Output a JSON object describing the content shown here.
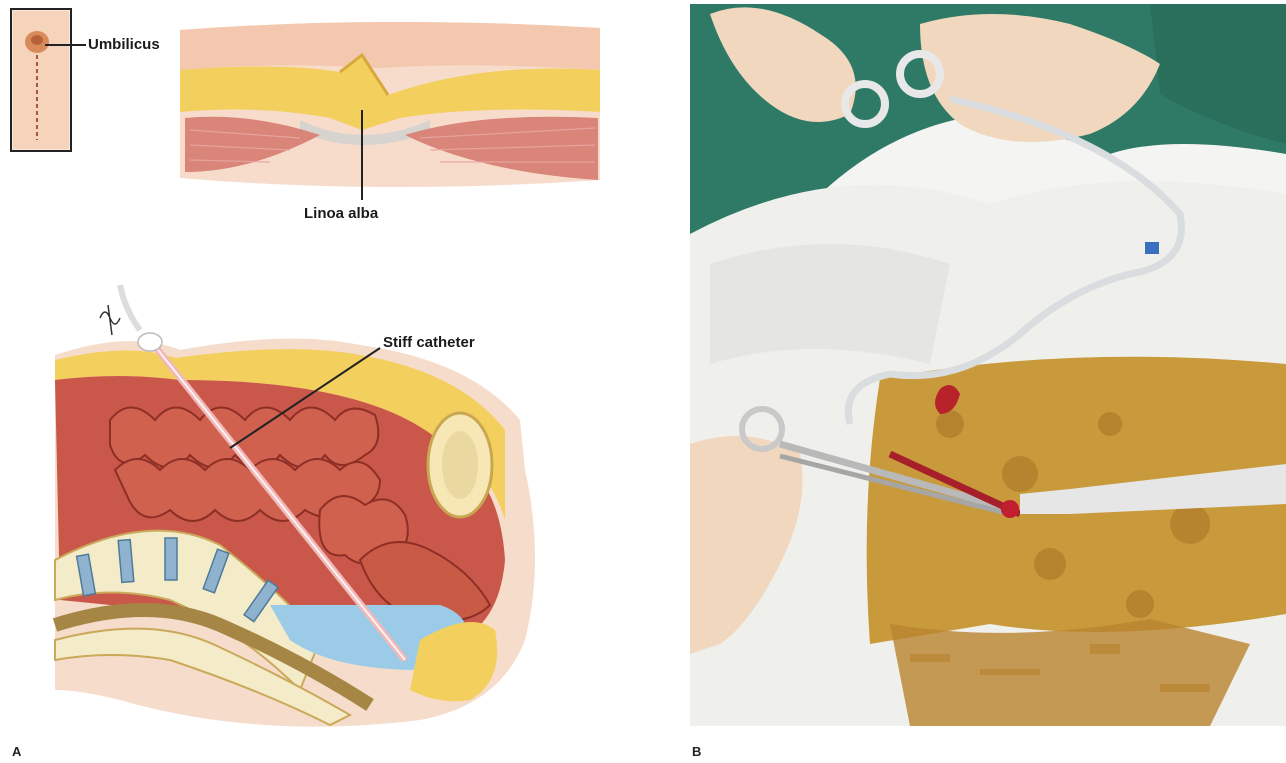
{
  "panels": {
    "a": {
      "letter": "A",
      "labels": {
        "umbilicus": "Umbilicus",
        "linea_alba": "Linoa alba",
        "stiff_catheter": "Stiff catheter"
      }
    },
    "b": {
      "letter": "B"
    }
  },
  "colors": {
    "skin": "#f1c9ad",
    "fat": "#f3cf5e",
    "muscle": "#d9857a",
    "bowel": "#c2473a",
    "fluid": "#9ccbe8",
    "bone": "#f6edc7",
    "disc": "#8fb3cf",
    "iodine": "#c89a3c",
    "drape": "#f4f4f2",
    "gown": "#2f7a66"
  }
}
